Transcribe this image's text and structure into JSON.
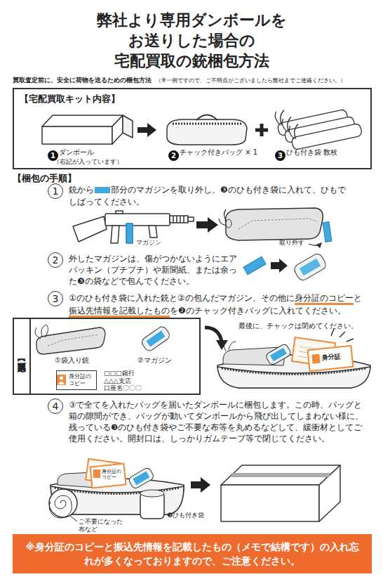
{
  "diagram": {
    "title": "弊社より専用ダンボールを お送りした場合の 宅配買取の銃梱包方法",
    "nodes": [
      {
        "text": [
          "【宅配買取キット内容】"
        ]
      },
      {
        "text": [
          "1"
        ],
        "in": 0
      },
      {
        "text": [
          "2"
        ],
        "in": 0
      },
      {
        "text": [
          "3"
        ],
        "in": 0
      },
      {
        "text": [
          "1"
        ]
      },
      {
        "text": [
          "2"
        ]
      },
      {
        "text": [
          "3"
        ]
      },
      {
        "text": [
          "【返送必須項目】"
        ]
      },
      {
        "text": [
          "身分証のコピー"
        ],
        "in": 7
      },
      {
        "text": [
          "4"
        ]
      },
      {
        "text": [
          "※身分証のコピーと振込先情報を記載したもの（メモで結構です）の入れ忘れが多くなっておりますので、ご注意ください。"
        ]
      }
    ],
    "labels": [
      "買取査定前に、安全に荷物を送るための梱包方法",
      "（※一例ですので、ご不明点がございましたら弊社までご連絡ください。）",
      "ダンボール",
      "（右記が入っています）",
      "チャック付きバッグ × 1",
      "ひも付き袋 数枚",
      "【梱包の手順】",
      "銃から",
      "部分のマガジンを取り外し、❸のひも付き袋に入れて、ひもでしばってください。",
      "マガジン",
      "取り外す",
      "外したマガジンは、傷がつかないようにエアパッキン（プチプチ）や新聞紙、または余った❸の袋などで包んでください。",
      "①のひも付き袋に入れた銃と②の包んだマガジン、その他に",
      "身分証のコピー",
      "と",
      "振込先情報を記載したもの",
      "を❷のチャック付きバッグに入れてください。",
      "①袋入り銃",
      "②マガジン",
      "□□□銀行 △△△支店 口座名〇〇〇",
      "最後に、チャックは閉めてください。",
      "身分証",
      "③で全てを入れたバッグを届いたダンボールに梱包します。この時、バッグと箱の隙間ができ、バッグが動いてダンボールから飛び出してしまわない様に、残っている❸のひも付き袋やご不要な布等を丸めるなどして、緩衝材としてご使用ください。開封口は、しっかりガムテープ等で閉じてください。",
      "身分証のコピー",
      "ご不要になった布など",
      "❸ひも付き袋"
    ]
  }
}
